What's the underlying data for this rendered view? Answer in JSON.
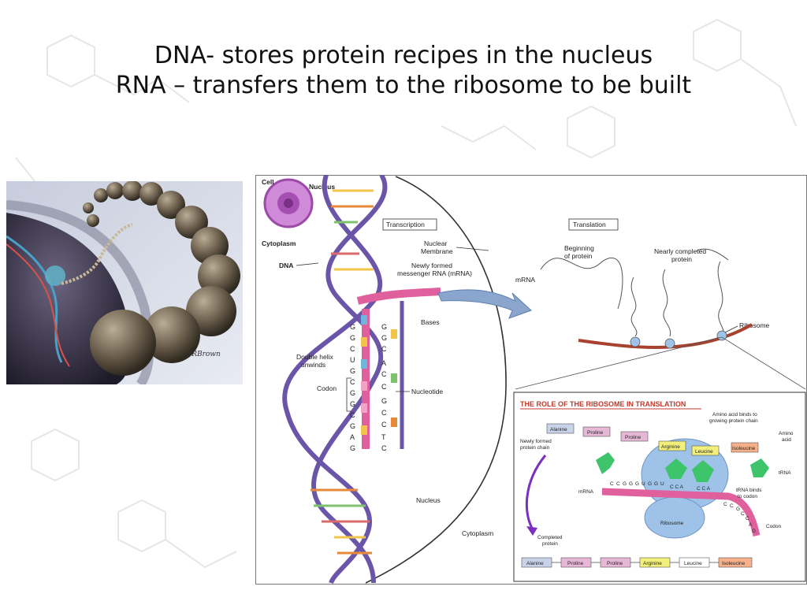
{
  "slide": {
    "title_line1": "DNA- stores protein recipes in the nucleus",
    "title_line2": "RNA – transfers them to the ribosome to be built"
  },
  "chromosome_image": {
    "signature": "GRBrown"
  },
  "diagram": {
    "cell_label": "Cell",
    "nucleus_small_label": "Nucleus",
    "cytoplasm_small_label": "Cytoplasm",
    "dna_label": "DNA",
    "transcription_box": "Transcription",
    "nuclear_membrane_label": [
      "Nuclear",
      "Membrane"
    ],
    "new_mrna_label": [
      "Newly formed",
      "messenger RNA (mRNA)"
    ],
    "bases_label": "Bases",
    "double_helix_label": [
      "Double helix",
      "unwinds"
    ],
    "codon_label": "Codon",
    "nucleotide_label": "Nucleotide",
    "nucleus_label": "Nucleus",
    "cytoplasm_label": "Cytoplasm",
    "dna_bases": [
      "G",
      "G",
      "C",
      "A",
      "C",
      "C",
      "G",
      "C",
      "C",
      "T",
      "C"
    ],
    "rna_bases": [
      "G",
      "G",
      "C",
      "U",
      "G",
      "C",
      "G",
      "G",
      "C",
      "G",
      "A",
      "G"
    ],
    "translation_box": "Translation",
    "beginning_label": [
      "Beginning",
      "of protein"
    ],
    "nearly_completed_label": [
      "Nearly completed",
      "protein"
    ],
    "mrna_label": "mRNA",
    "ribosome_label": "Ribosome",
    "inset": {
      "title": "THE ROLE OF THE RIBOSOME IN TRANSLATION",
      "amino_binds": [
        "Amino acid binds to",
        "growing protein chain"
      ],
      "amino_acid": [
        "Amino",
        "acid"
      ],
      "new_chain": [
        "Newly formed",
        "protein chain"
      ],
      "trna": "tRNA",
      "trna_binds": [
        "tRNA binds",
        "to codon"
      ],
      "mrna": "mRNA",
      "ribosome": "Ribosome",
      "codon": "Codon",
      "completed": [
        "Completed",
        "protein"
      ],
      "top_chain": [
        "Alanine",
        "Proline",
        "Proline",
        "Arginine",
        "Leucine",
        "Isoleucine"
      ],
      "bottom_chain": [
        "Alanine",
        "Proline",
        "Proline",
        "Arginine",
        "Leucine",
        "Isoleucine"
      ],
      "anticodons": [
        "C C A",
        "C C A"
      ],
      "mrna_bases": [
        "C",
        "C",
        "G",
        "G",
        "G",
        "U",
        "G",
        "G",
        "U",
        "C",
        "C",
        "G",
        "C",
        "C",
        "A",
        "G"
      ]
    }
  },
  "colors": {
    "dna_strand": "#6b55a8",
    "mrna_strand": "#e0609e",
    "arrow": "#8aa6cf",
    "ribosome": "#9fc3e8",
    "trna": "#3ec46a",
    "inset_title": "#c0392b",
    "protein_chain_arrow": "#7a2fc0",
    "beads": "#6f6250"
  }
}
